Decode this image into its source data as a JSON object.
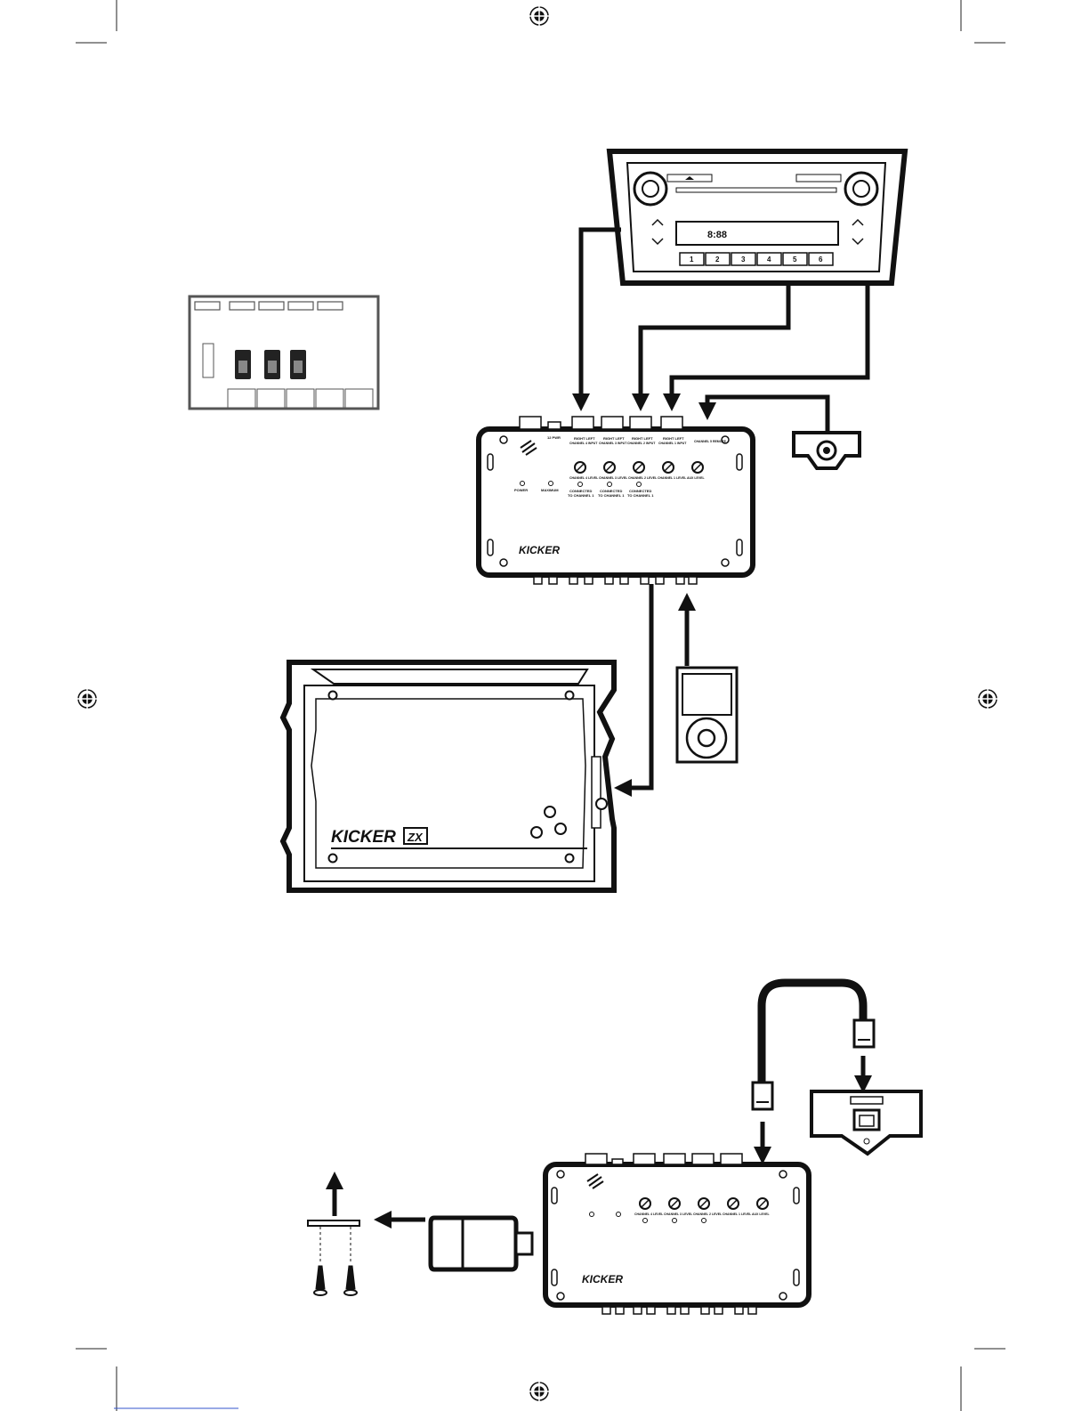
{
  "page": {
    "bottom_link": ""
  },
  "head_unit": {
    "buttons": [
      "1",
      "2",
      "3",
      "4",
      "5",
      "6"
    ],
    "display_segments": "8:88"
  },
  "line_out_converter": {
    "brand": "KICKER",
    "top_labels": {
      "power_in": "12 PWR",
      "input1": "RIGHT   LEFT",
      "input1_sub": "CHANNEL 4 INPUT",
      "input2": "RIGHT   LEFT",
      "input2_sub": "CHANNEL 3 INPUT",
      "input3": "RIGHT   LEFT",
      "input3_sub": "CHANNEL 2 INPUT",
      "input4": "RIGHT   LEFT",
      "input4_sub": "CHANNEL 1 INPUT",
      "remote": "CHANNEL 5 REMOTE"
    },
    "level_labels": [
      "CHANNEL 4 LEVEL",
      "CHANNEL 3 LEVEL",
      "CHANNEL 2 LEVEL",
      "CHANNEL 1 LEVEL",
      "AUX LEVEL"
    ],
    "led_labels": {
      "power": "POWER",
      "maximum": "MAXIMUM",
      "connected_a": "CONNECTED",
      "connected_a_sub": "TO CHANNEL 1",
      "connected_b": "CONNECTED",
      "connected_b_sub": "TO CHANNEL 1",
      "connected_c": "CONNECTED",
      "connected_c_sub": "TO CHANNEL 1"
    }
  },
  "amplifier": {
    "brand": "KICKER",
    "model_badge": "ZX"
  },
  "remote_knob": {
    "label": ""
  },
  "media_player": {
    "label": ""
  }
}
